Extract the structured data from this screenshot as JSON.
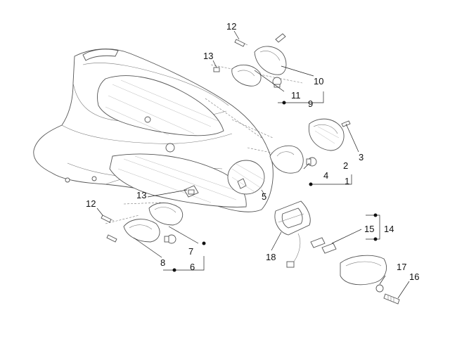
{
  "callouts": {
    "c1": "1",
    "c2": "2",
    "c3": "3",
    "c4": "4",
    "c5": "5",
    "c6": "6",
    "c7": "7",
    "c8": "8",
    "c9": "9",
    "c10": "10",
    "c11": "11",
    "c12a": "12",
    "c12b": "12",
    "c13a": "13",
    "c13b": "13",
    "c14": "14",
    "c15": "15",
    "c16": "16",
    "c17": "17",
    "c18": "18"
  }
}
